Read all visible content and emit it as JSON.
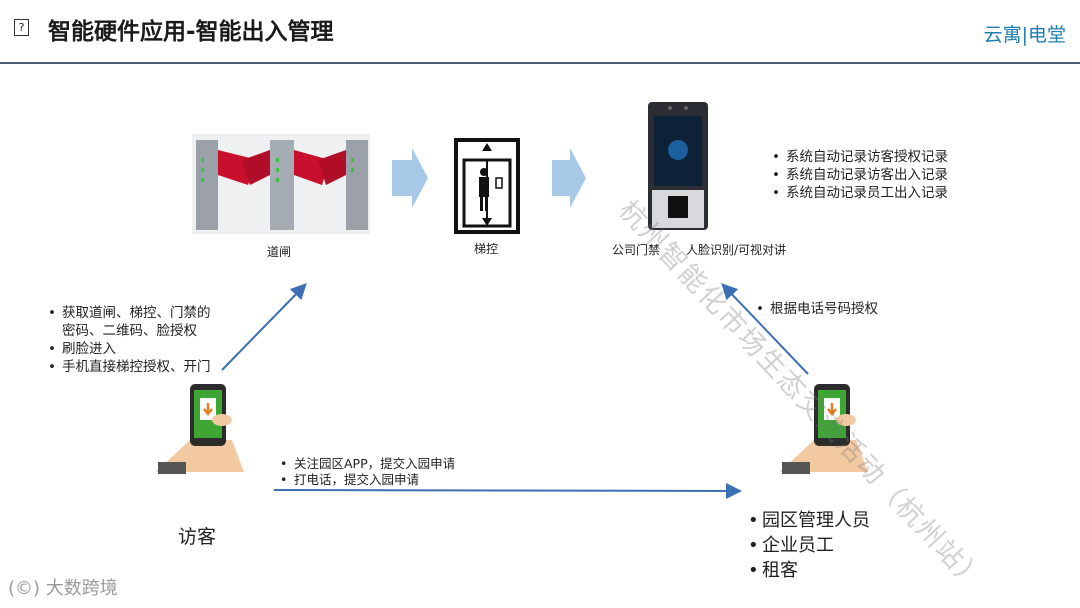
{
  "header": {
    "title": "智能硬件应用-智能出入管理",
    "icon_glyph": "?",
    "brand": "云寓|电堂"
  },
  "devices": {
    "gate_label": "道闸",
    "elevator_label": "梯控",
    "door_label": "公司门禁",
    "face_label": "人脸识别/可视对讲"
  },
  "system_records": [
    "系统自动记录访客授权记录",
    "系统自动记录访客出入记录",
    "系统自动记录员工出入记录"
  ],
  "visitor_actions": [
    "获取道闸、梯控、门禁的",
    "密码、二维码、脸授权",
    "刷脸进入",
    "手机直接梯控授权、开门"
  ],
  "phone_auth": "根据电话号码授权",
  "apply_methods": [
    "关注园区APP，提交入园申请",
    "打电话，提交入园申请"
  ],
  "visitor_label": "访客",
  "managers": [
    "园区管理人员",
    "企业员工",
    "租客"
  ],
  "watermark": {
    "diagonal": "杭州智能化市场生态交流活动（杭州站）",
    "logo_text": "大数跨境"
  },
  "colors": {
    "accent": "#1d7fb0",
    "arrow_light": "#a8c8e8",
    "arrow_line": "#3c6fb3",
    "gate_red": "#c8102e"
  }
}
